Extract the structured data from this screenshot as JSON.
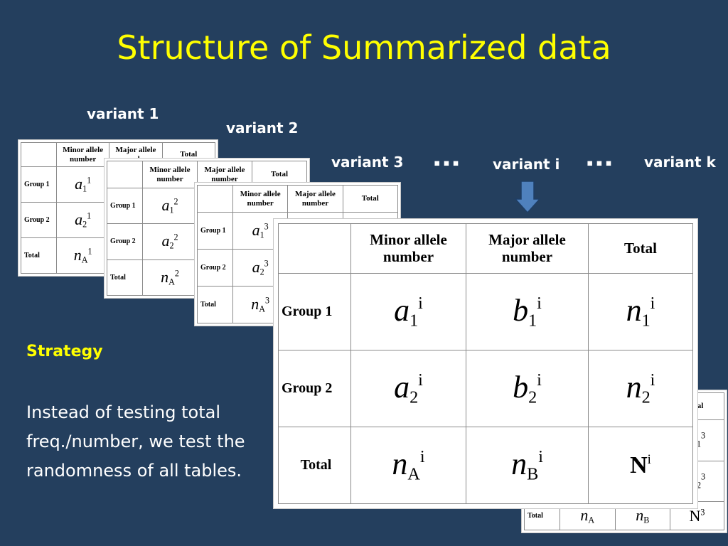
{
  "slide": {
    "title": "Structure of Summarized data"
  },
  "variants": {
    "v1": "variant 1",
    "v2": "variant 2",
    "v3": "variant 3",
    "vi": "variant i",
    "vk": "variant k",
    "dots": "▪▪▪"
  },
  "table_headers": {
    "minor": "Minor allele number",
    "major": "Major allele number",
    "total": "Total"
  },
  "table_rows": {
    "group1": "Group 1",
    "group2": "Group 2",
    "total": "Total"
  },
  "cells": {
    "v1": {
      "a": "a",
      "n": "n",
      "s1": "1",
      "s2": "2",
      "sA": "A",
      "sup": "1"
    },
    "v2": {
      "a": "a",
      "n": "n",
      "s1": "1",
      "s2": "2",
      "sA": "A",
      "sup": "2"
    },
    "v3": {
      "a": "a",
      "n": "n",
      "s1": "1",
      "s2": "2",
      "sA": "A",
      "sup": "3"
    },
    "vi": {
      "a": "a",
      "b": "b",
      "n": "n",
      "N": "N",
      "s1": "1",
      "s2": "2",
      "sA": "A",
      "sB": "B",
      "sup": "i"
    },
    "vk": {
      "n": "n",
      "N": "N",
      "s1": "1",
      "s2": "2",
      "sA": "A",
      "sB": "B",
      "sup": "3",
      "header_total": "otal"
    }
  },
  "strategy": {
    "heading": "Strategy",
    "body": "Instead of testing total freq./number, we test the randomness of all tables."
  }
}
